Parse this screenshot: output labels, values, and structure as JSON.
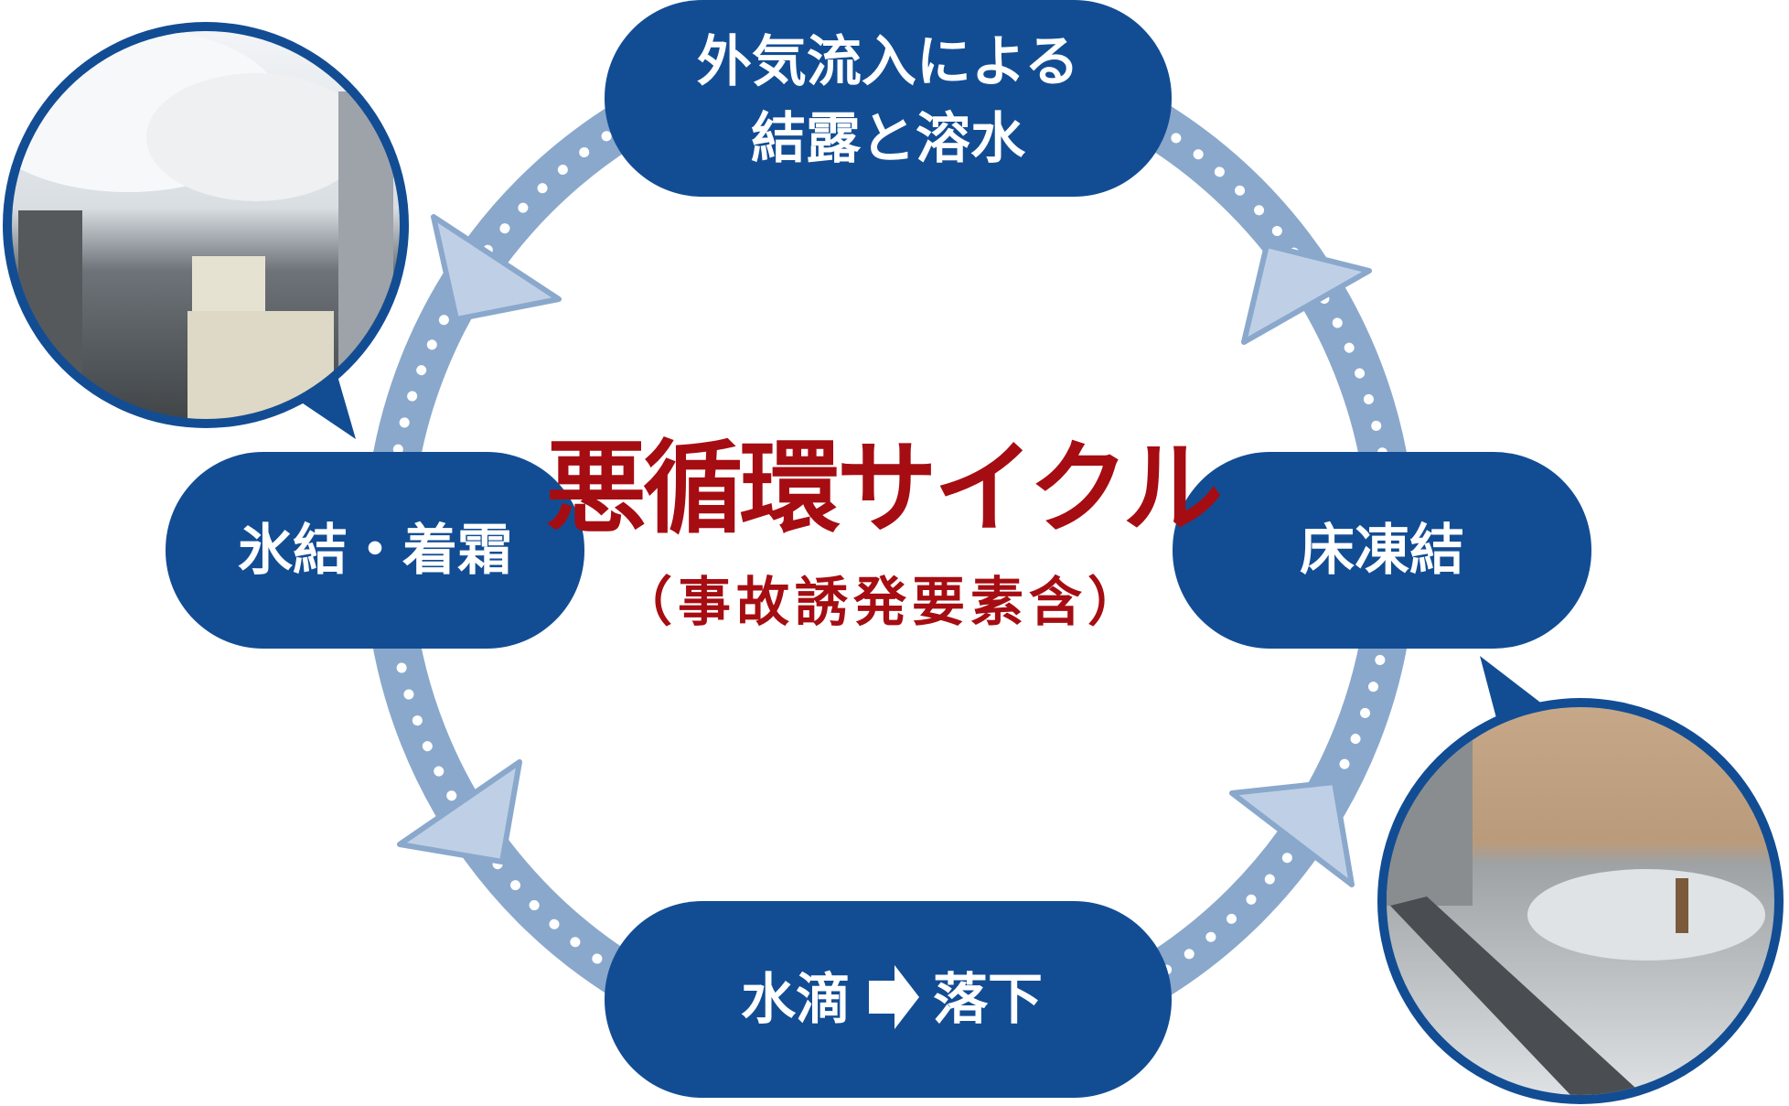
{
  "colors": {
    "pill": "#124d94",
    "ring": "#8aa8cc",
    "arrow": "#bfd0e6",
    "title": "#a50d12"
  },
  "center": {
    "title": "悪循環サイクル",
    "subtitle": "（事故誘発要素含）"
  },
  "stages": {
    "top_line1": "外気流入による",
    "top_line2": "結露と溶水",
    "right": "床凍結",
    "bottom_left": "水滴",
    "bottom_right": "落下",
    "left": "氷結・着霜"
  },
  "photos": [
    "frost-covered-freezer-ceiling-photo",
    "frozen-floor-photo"
  ]
}
